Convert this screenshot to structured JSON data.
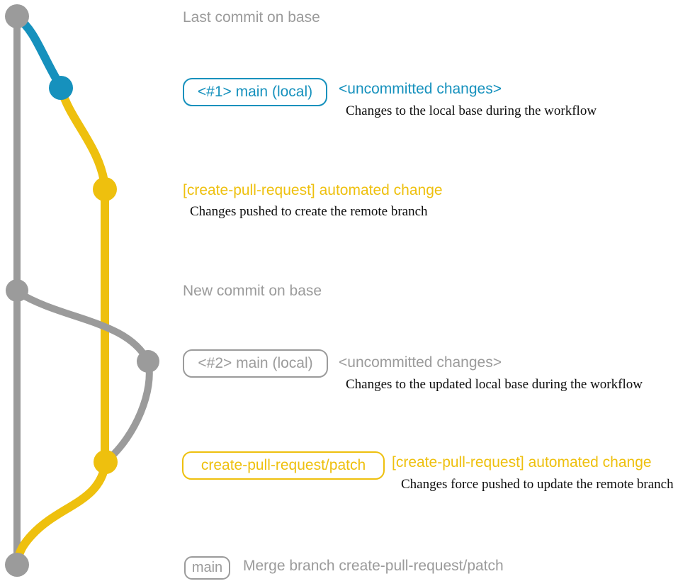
{
  "colors": {
    "gray": "#9b9b9b",
    "blue": "#1691bd",
    "yellow": "#eec00e",
    "ink": "#0d0d0d"
  },
  "graph": {
    "branches": [
      {
        "name": "base",
        "color_key": "gray"
      },
      {
        "name": "main-local-1",
        "color_key": "blue"
      },
      {
        "name": "create-pull-request-patch",
        "color_key": "yellow"
      },
      {
        "name": "main-local-2",
        "color_key": "gray"
      }
    ],
    "commit_count": 7
  },
  "annotations": {
    "last_commit_label": "Last commit on base",
    "step1": {
      "branch_box": "<#1> main (local)",
      "status": "<uncommitted changes>",
      "note": "Changes to the local base during the workflow"
    },
    "step2": {
      "label": "[create-pull-request] automated change",
      "note": "Changes pushed to create the remote branch"
    },
    "new_commit_label": "New commit on base",
    "step3": {
      "branch_box": "<#2> main (local)",
      "status": "<uncommitted changes>",
      "note": "Changes to the updated local base during the workflow"
    },
    "step4": {
      "branch_box": "create-pull-request/patch",
      "label": "[create-pull-request] automated change",
      "note": "Changes force pushed to update the remote branch"
    },
    "step5": {
      "branch_box": "main",
      "note": "Merge branch create-pull-request/patch"
    }
  }
}
